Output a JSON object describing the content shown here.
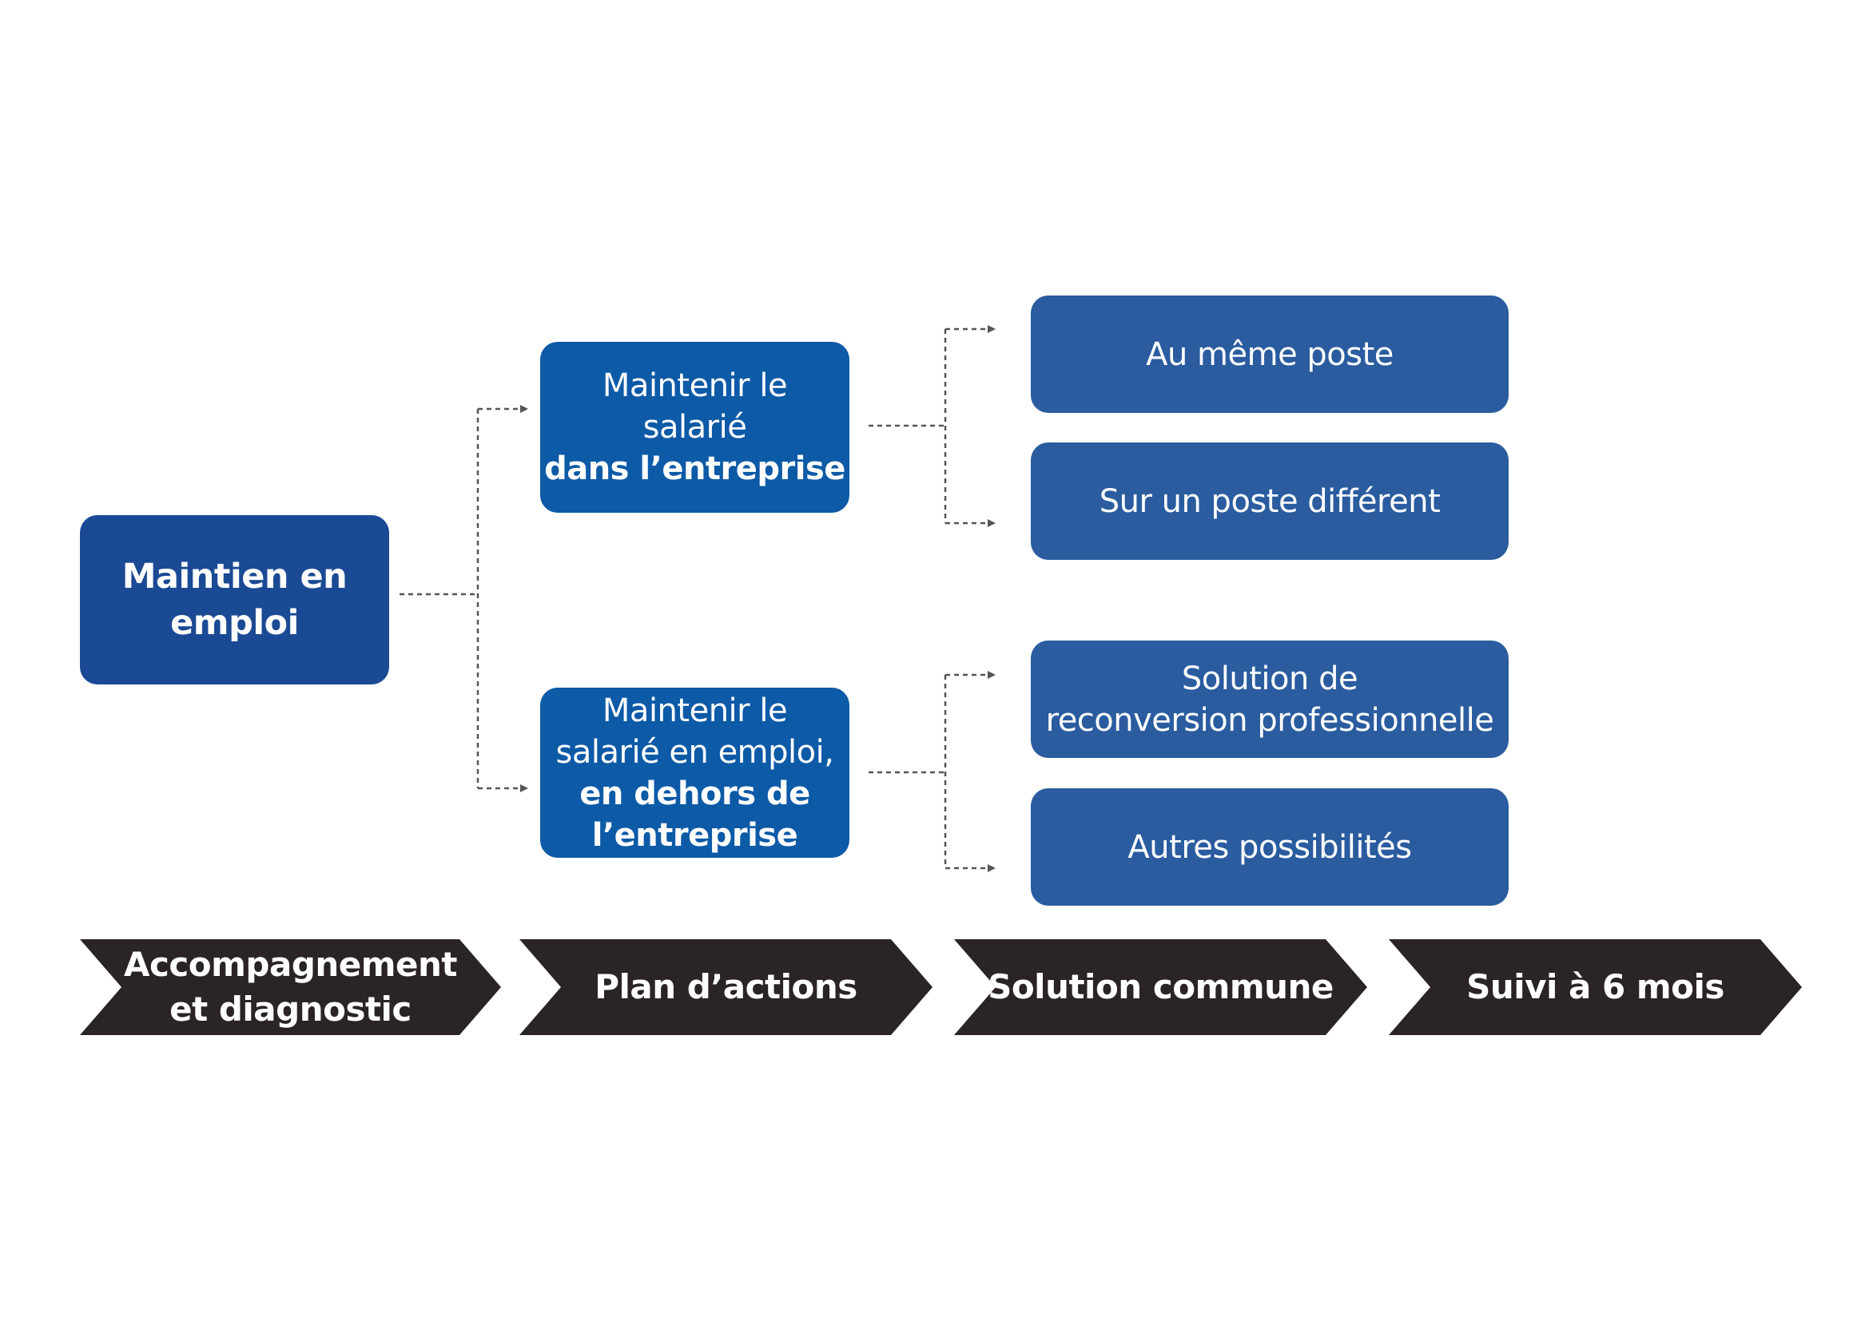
{
  "colors": {
    "primary_box": "#1b4a94",
    "branch_box": "#0d5aa7",
    "outcome_box": "#2a5c9f",
    "step_chevron": "#2a2424",
    "connector": "#555555"
  },
  "root": {
    "line1": "Maintien en",
    "line2": "emploi"
  },
  "branch_inside": {
    "line1": "Maintenir le",
    "line2": "salarié",
    "line3": "dans l’entreprise"
  },
  "branch_outside": {
    "line1": "Maintenir le",
    "line2": "salarié en emploi,",
    "line3": "en dehors de",
    "line4": "l’entreprise"
  },
  "outcomes": {
    "same_post": "Au même poste",
    "different_post": "Sur un poste différent",
    "reconversion_line1": "Solution de",
    "reconversion_line2": "reconversion professionnelle",
    "other": "Autres possibilités"
  },
  "steps": [
    {
      "line1": "Accompagnement",
      "line2": "et diagnostic"
    },
    {
      "line1": "Plan d’actions"
    },
    {
      "line1": "Solution commune"
    },
    {
      "line1": "Suivi à 6 mois"
    }
  ]
}
